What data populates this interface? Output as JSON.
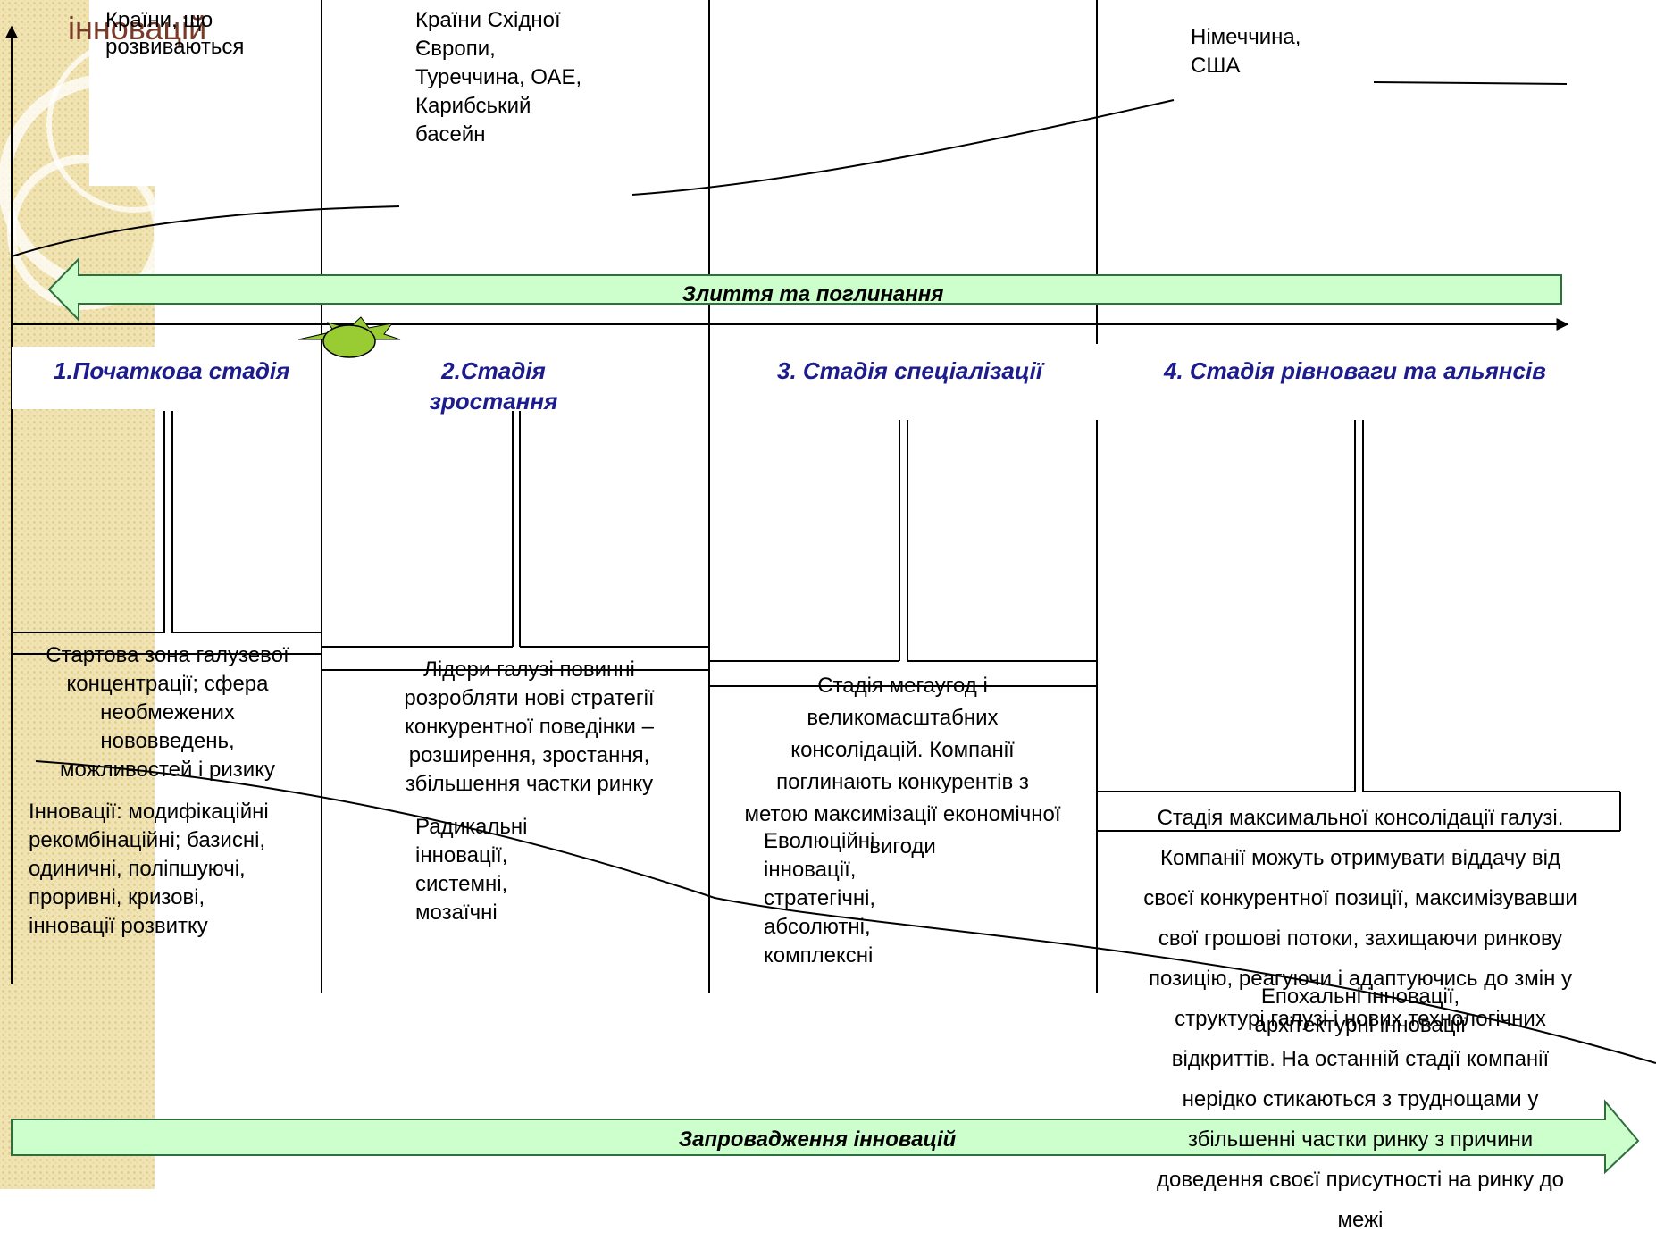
{
  "slide_title_fragment": "інновацій",
  "countries": {
    "developing": "Країни, що\nрозвиваються",
    "eastern": "Країни Східної\nЄвропи,\nТуреччина, ОАЕ,\nКарибський\nбасейн",
    "developed": "Німеччина,\nСША"
  },
  "arrows": {
    "top": "Злиття та поглинання",
    "bottom": "Запровадження інновацій"
  },
  "stages": [
    {
      "title": "1.Початкова стадія",
      "description": "Стартова зона галузевої\nконцентрації; сфера\nнеобмежених\nнововведень,\nможливостей і ризику",
      "innovations": "Інновації: модифікаційні\nрекомбінаційні; базисні,\nодиничні, поліпшуючі,\nпроривні, кризові,\nінновації розвитку"
    },
    {
      "title": "2.Стадія\nзростання",
      "description": "Лідери галузі повинні\nрозробляти нові стратегії\nконкурентної поведінки –\nрозширення, зростання,\nзбільшення частки ринку",
      "innovations": "Радикальні\nінновації,\nсистемні,\nмозаїчні"
    },
    {
      "title": "3. Стадія спеціалізації",
      "description": "Стадія мегаугод і\nвеликомасштабних\nконсолідацій. Компанії\nпоглинають конкурентів з\nметою максимізації економічної\nвигоди",
      "innovations": "Еволюційні\nінновації,\nстратегічні,\nабсолютні,\nкомплексні"
    },
    {
      "title": "4. Стадія рівноваги та альянсів",
      "description": "Стадія максимальної консолідації галузі.\nКомпанії можуть отримувати віддачу від\nсвоєї конкурентної позиції, максимізувавши\nсвої грошові потоки, захищаючи ринкову\nпозицію, реагуючи і адаптуючись до змін у\nструктурі галузі і нових технологічних\nвідкриттів. На останній стадії компанії\nнерідко стикаються з труднощами у\nзбільшенні частки ринку з причини\nдоведення своєї присутності на ринку до\nмежі",
      "innovations": "Епохальні інновації,\nархітектурні інновації"
    }
  ],
  "colors": {
    "arrow_fill": "#ccffcc",
    "arrow_stroke": "#2f6f3f",
    "stage_title": "#1c1c8c",
    "star_fill": "#99cc33",
    "sidebar": "#f1e4b4"
  }
}
